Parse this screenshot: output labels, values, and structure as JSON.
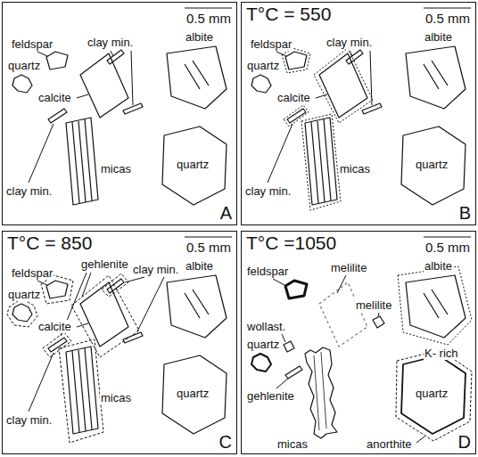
{
  "diagram": {
    "nodes": [
      {
        "text": [
          "0.5 mm",
          "A"
        ]
      },
      {
        "text": [
          "T°C = 550",
          "0.5 mm",
          "B"
        ]
      },
      {
        "text": [
          "T°C = 850",
          "0.5 mm",
          "C"
        ]
      },
      {
        "text": [
          "T°C =1050",
          "0.5 mm",
          "D"
        ]
      }
    ],
    "labels": [
      "feldspar",
      "clay min.",
      "albite",
      "quartz",
      "calcite",
      "micas",
      "quartz",
      "clay min.",
      "feldspar",
      "clay min.",
      "albite",
      "quartz",
      "calcite",
      "micas",
      "quartz",
      "clay min.",
      "gehlenite",
      "feldspar",
      "clay min.",
      "albite",
      "calcite",
      "quartz",
      "micas",
      "quartz",
      "clay min.",
      "melilite",
      "feldspar",
      "melilite",
      "albite",
      "wollast.",
      "quartz",
      "K- rich",
      "quartz",
      "gehlenite",
      "micas",
      "anorthite"
    ]
  }
}
